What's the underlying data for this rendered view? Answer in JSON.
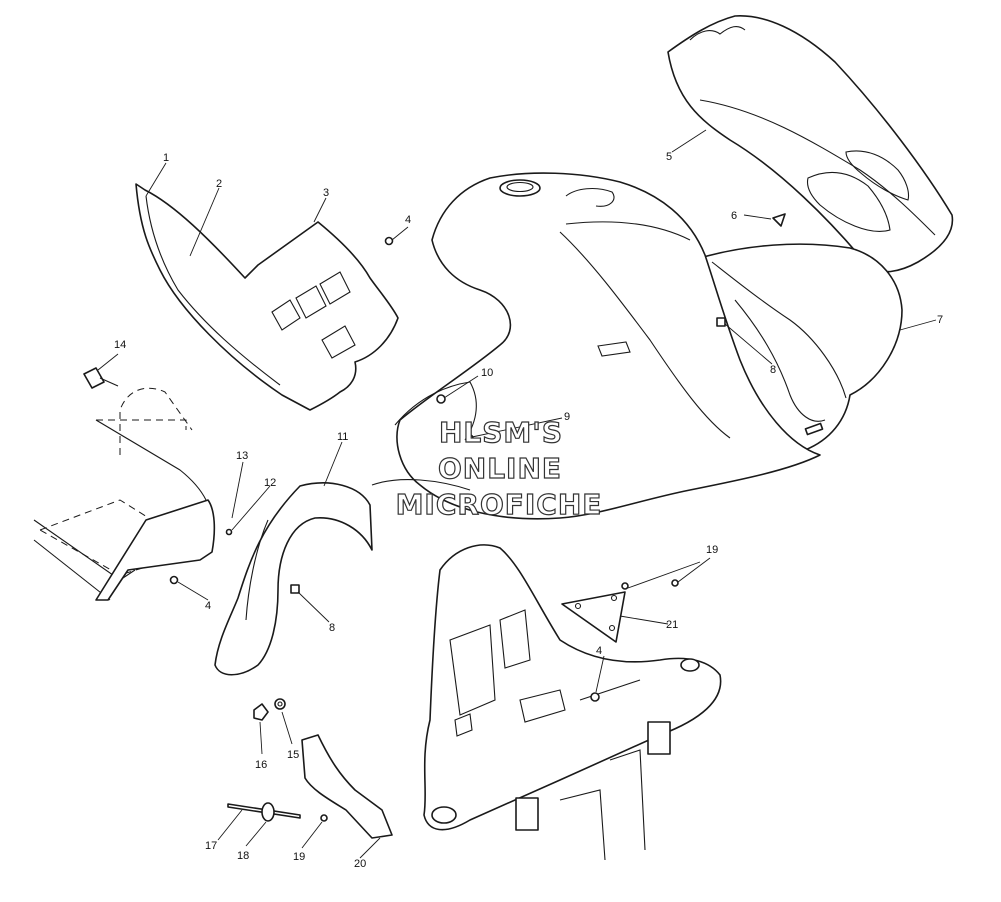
{
  "watermark": {
    "line1": "HLSM'S",
    "line2": "ONLINE",
    "line3": "MICROFICHE"
  },
  "callouts": {
    "c1": "1",
    "c2": "2",
    "c3": "3",
    "c4a": "4",
    "c4b": "4",
    "c4c": "4",
    "c5": "5",
    "c6": "6",
    "c7": "7",
    "c8a": "8",
    "c8b": "8",
    "c9": "9",
    "c10": "10",
    "c11": "11",
    "c12": "12",
    "c13": "13",
    "c14": "14",
    "c15": "15",
    "c16": "16",
    "c17": "17",
    "c18": "18",
    "c19a": "19",
    "c19b": "19",
    "c20": "20",
    "c21": "21"
  }
}
